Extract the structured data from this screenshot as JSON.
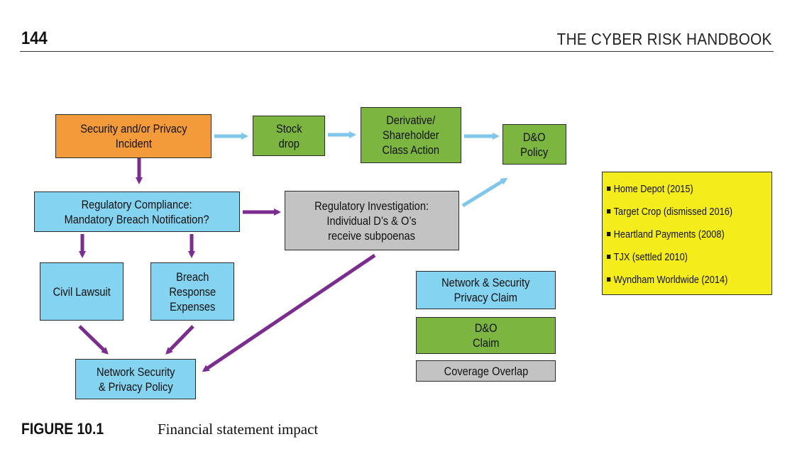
{
  "header": {
    "page_number": "144",
    "running_head": "THE CYBER RISK HANDBOOK"
  },
  "diagram": {
    "nodes": {
      "incident": "Security and/or Privacy\nIncident",
      "stock_drop": "Stock\ndrop",
      "derivative": "Derivative/\nShareholder\nClass Action",
      "do_policy": "D&O\nPolicy",
      "regulatory_compliance": "Regulatory Compliance:\nMandatory Breach Notification?",
      "regulatory_investigation": "Regulatory Investigation:\nIndividual D’s & O’s\nreceive subpoenas",
      "civil_lawsuit": "Civil Lawsuit",
      "breach_response": "Breach\nResponse\nExpenses",
      "network_policy": "Network Security\n& Privacy Policy"
    },
    "legend": {
      "network_claim": "Network & Security\nPrivacy Claim",
      "do_claim": "D&O\nClaim",
      "coverage_overlap": "Coverage Overlap"
    },
    "examples": [
      "Home Depot (2015)",
      "Target Crop (dismissed 2016)",
      "Heartland Payments (2008)",
      "TJX (settled 2010)",
      "Wyndham Worldwide (2014)"
    ],
    "colors": {
      "incident": "#f39a3b",
      "do_path": "#7cb641",
      "network_path": "#84d3f0",
      "overlap": "#c3c3c3",
      "examples": "#f5ec1c",
      "blue_arrow": "#7fc6ea",
      "purple_arrow": "#7b2c8f"
    }
  },
  "caption": {
    "label": "FIGURE 10.1",
    "text": "Financial statement impact"
  }
}
